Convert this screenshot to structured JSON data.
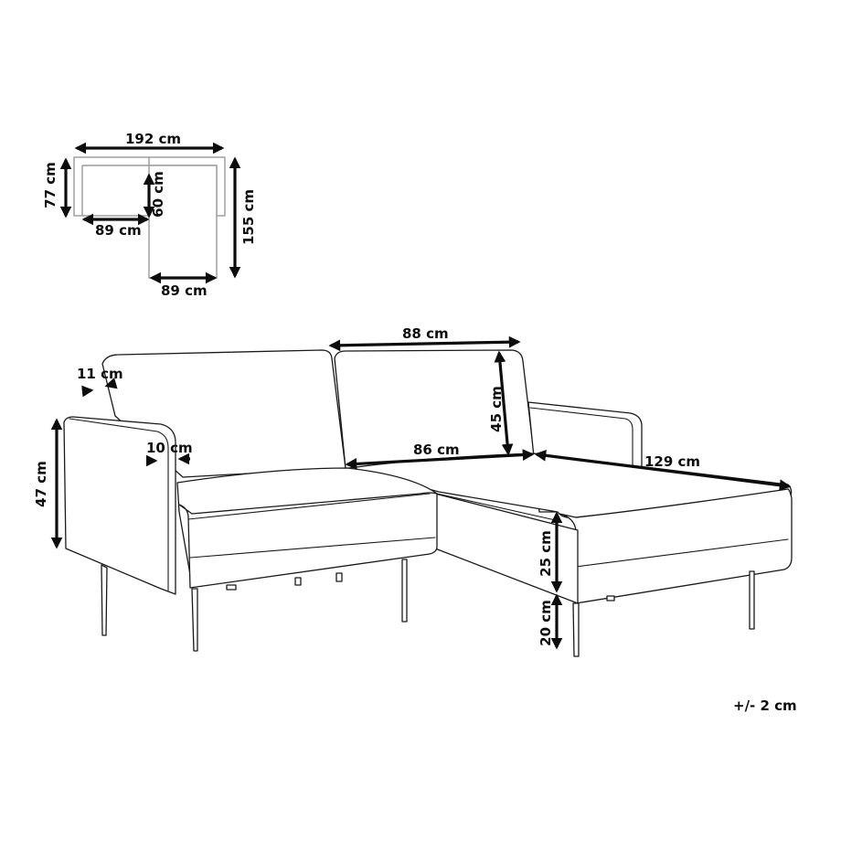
{
  "diagram": {
    "type": "product-dimension-drawing",
    "subject": "L-shaped corner sofa with right-hand chaise",
    "colors": {
      "line": "#1a1a1a",
      "plan_line": "#9a9a9a",
      "arrow": "#0d0d0d",
      "background": "#ffffff"
    },
    "top_view": {
      "overall_width": "192 cm",
      "back_depth": "77 cm",
      "seat_depth": "60 cm",
      "seat_width": "89 cm",
      "overall_depth": "155 cm",
      "chaise_width": "89 cm"
    },
    "perspective_view": {
      "backrest_thickness": "11 cm",
      "armrest_height": "47 cm",
      "armrest_width": "10 cm",
      "backrest_width": "88 cm",
      "backrest_height": "45 cm",
      "seat_cushion_width": "86 cm",
      "chaise_length": "129 cm",
      "seat_height": "25 cm",
      "leg_height": "20 cm"
    },
    "tolerance": "+/- 2 cm"
  }
}
